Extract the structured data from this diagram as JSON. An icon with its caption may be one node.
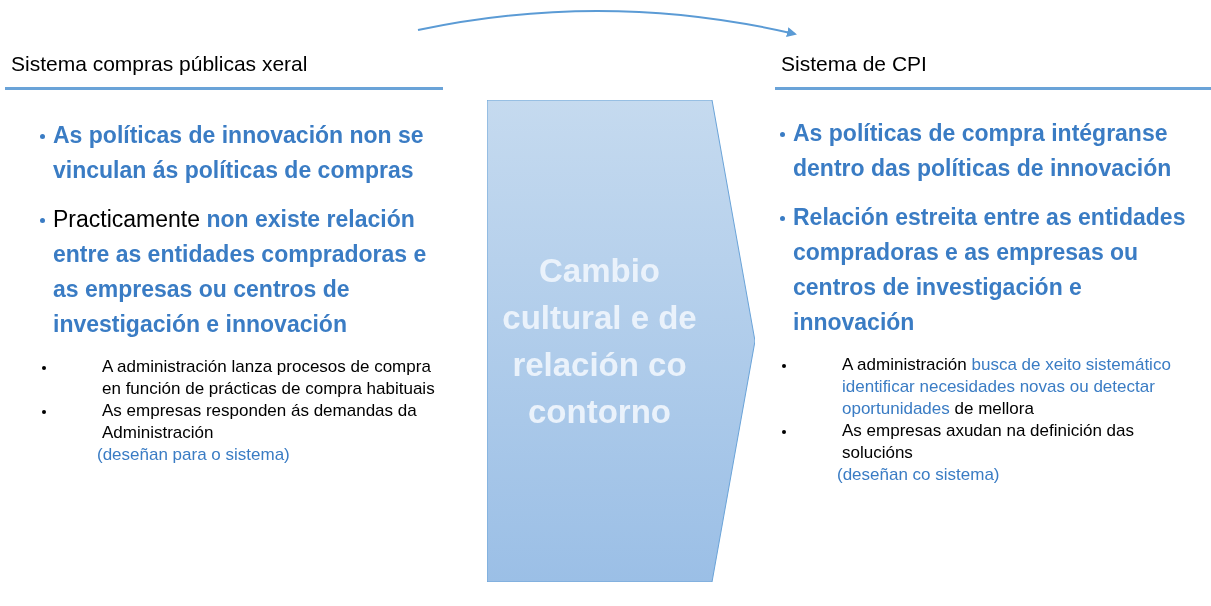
{
  "diagram": {
    "nodes": [
      {
        "text": [
          "Sistema compras públicas xeral"
        ]
      },
      {
        "text": [
          "Sistema de CPI"
        ]
      },
      {
        "text": [
          "Cambio cultural e de relación co contorno"
        ]
      }
    ],
    "edges": [
      {
        "from": 0,
        "to": 1,
        "arrow": "to"
      }
    ],
    "labels": [
      "As políticas de innovación non se vinculan ás políticas de compras",
      "Practicamente",
      "non existe relación entre as entidades compradoras e as empresas ou centros de investigación e innovación",
      "A administración lanza procesos de compra en función de prácticas de compra habituais",
      "As empresas responden ás demandas da Administración",
      "(deseñan para o sistema)",
      "As políticas de compra intégranse dentro das políticas de innovación",
      "Relación estreita entre as entidades compradoras e as empresas ou centros de investigación e innovación",
      "A administración",
      "busca de xeito sistemático identificar necesidades novas ou detectar oportunidades",
      "de mellora",
      "As empresas axudan na definición das solucións",
      "(deseñan co sistema)"
    ]
  }
}
